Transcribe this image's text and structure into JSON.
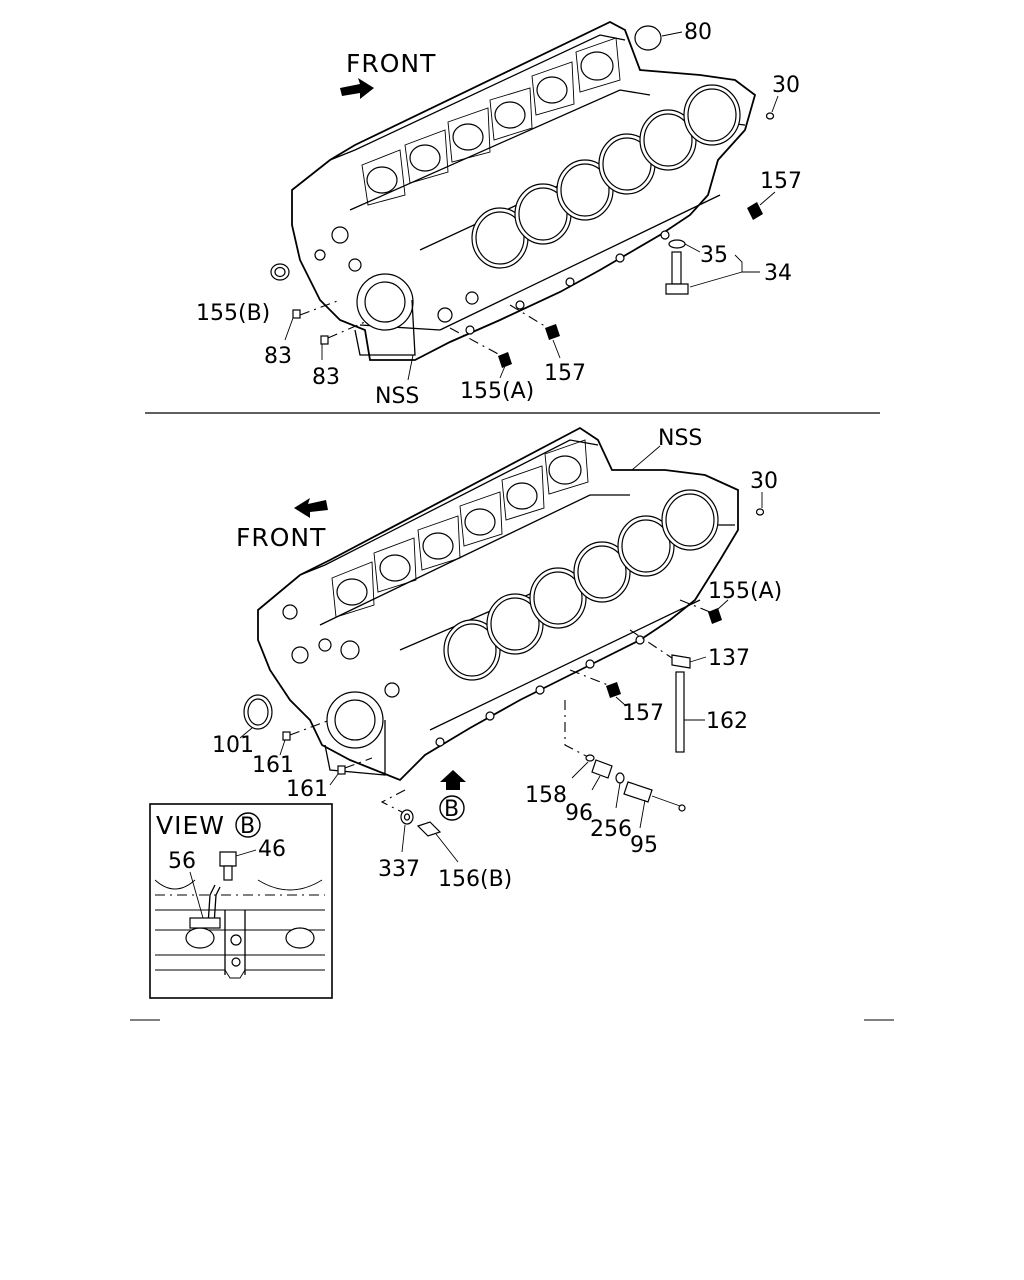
{
  "top_diagram": {
    "front_label": "FRONT",
    "callouts": {
      "c80": "80",
      "c30": "30",
      "c157a": "157",
      "c35": "35",
      "c34": "34",
      "c155b": "155(B)",
      "c83a": "83",
      "c83b": "83",
      "cnss": "NSS",
      "c155a": "155(A)",
      "c157b": "157"
    }
  },
  "bottom_diagram": {
    "front_label": "FRONT",
    "callouts": {
      "cnss": "NSS",
      "c30": "30",
      "c155a": "155(A)",
      "c137": "137",
      "c157": "157",
      "c162": "162",
      "c101": "101",
      "c161a": "161",
      "c161b": "161",
      "cb": "B",
      "c158": "158",
      "c96": "96",
      "c256": "256",
      "c95": "95",
      "c337": "337",
      "c156b": "156(B)"
    }
  },
  "view_b": {
    "title": "VIEW",
    "letter": "B",
    "callouts": {
      "c56": "56",
      "c46": "46"
    }
  }
}
